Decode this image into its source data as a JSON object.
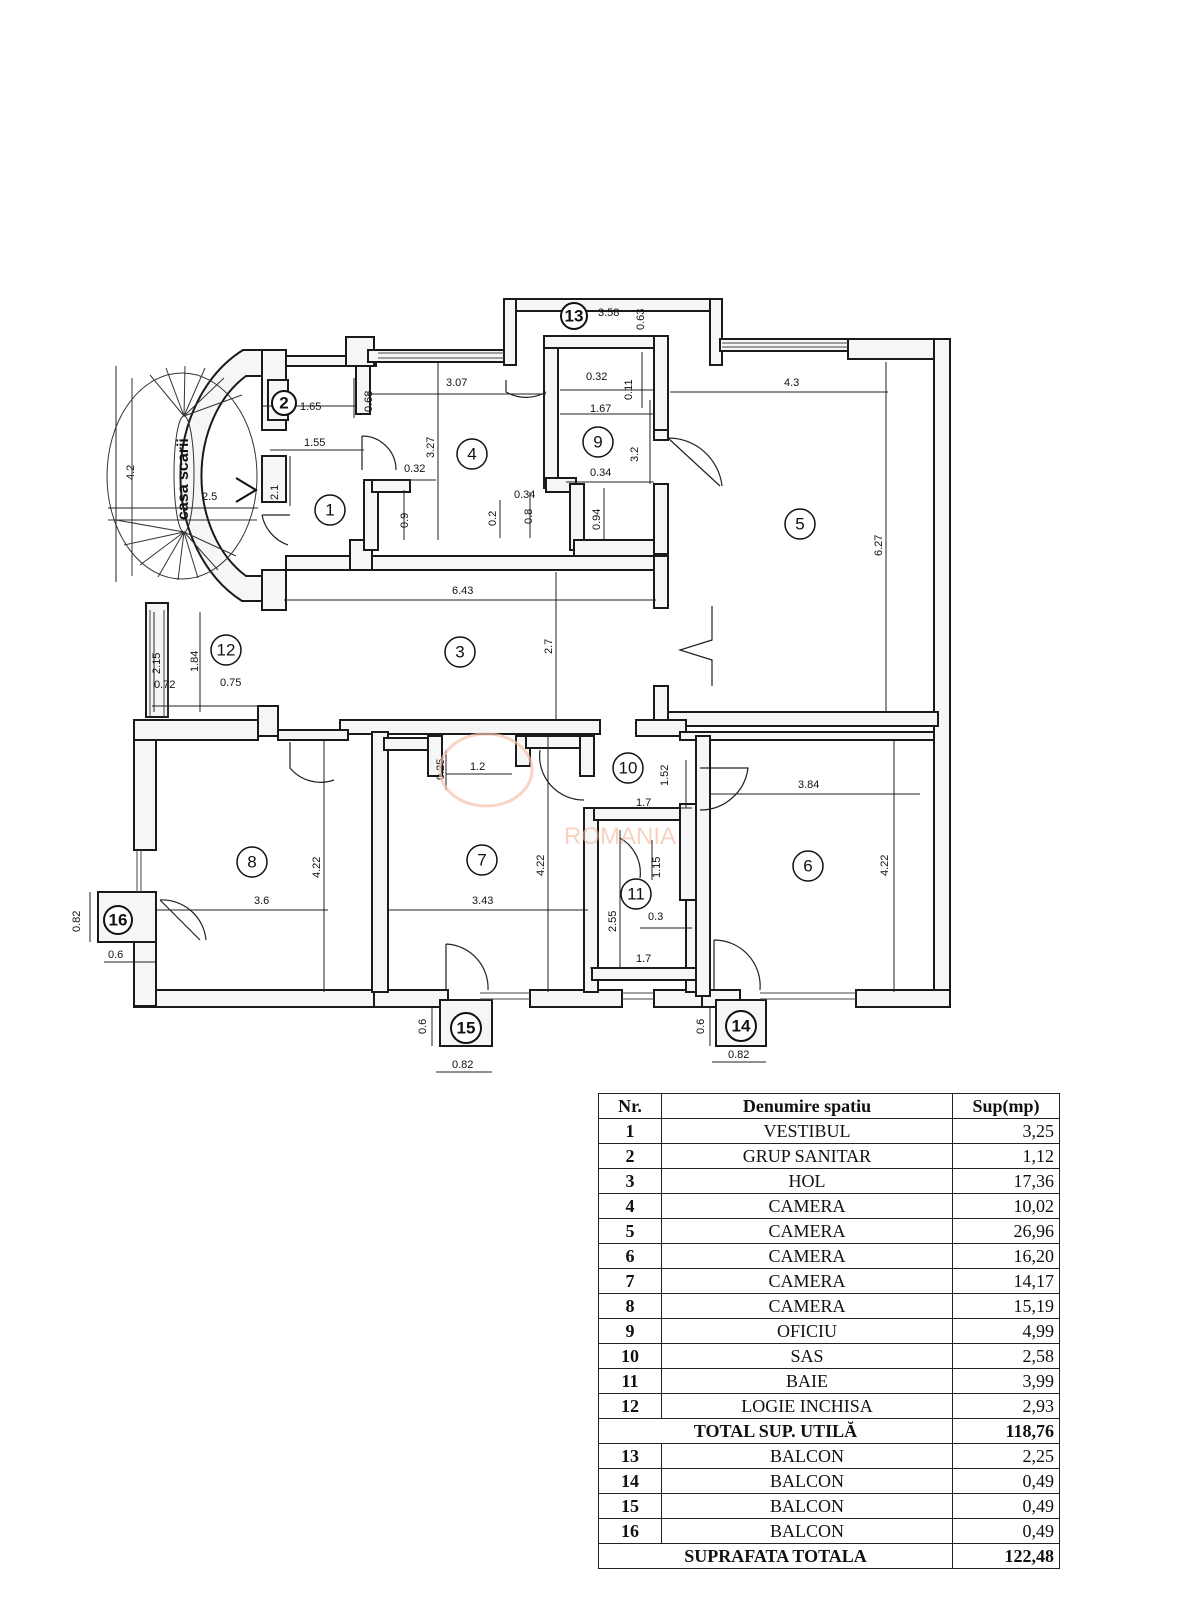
{
  "plan": {
    "stair_label": "casa scarii",
    "watermark": "ROMANIA",
    "room_numbers": [
      "1",
      "2",
      "3",
      "4",
      "5",
      "6",
      "7",
      "8",
      "9",
      "10",
      "11",
      "12",
      "13",
      "14",
      "15",
      "16"
    ],
    "dimensions": {
      "d_358": "3.58",
      "d_063_top": "0.63",
      "d_307": "3.07",
      "d_43": "4.3",
      "d_032_a": "0.32",
      "d_011": "0.11",
      "d_167": "1.67",
      "d_32": "3.2",
      "d_034": "0.34",
      "d_094": "0.94",
      "d_034b": "0.34",
      "d_08": "0.8",
      "d_02": "0.2",
      "d_327": "3.27",
      "d_032_b": "0.32",
      "d_09": "0.9",
      "d_165": "1.65",
      "d_068": "0.68",
      "d_155": "1.55",
      "d_21": "2.1",
      "d_42": "4.2",
      "d_25": "2.5",
      "d_627": "6.27",
      "d_643": "6.43",
      "d_27": "2.7",
      "d_215": "2.15",
      "d_184": "1.84",
      "d_072": "0.72",
      "d_075": "0.75",
      "d_12": "1.2",
      "d_025": "0.25",
      "d_152": "1.52",
      "d_17a": "1.7",
      "d_384": "3.84",
      "d_422_8": "4.22",
      "d_422_7": "4.22",
      "d_422_6": "4.22",
      "d_36": "3.6",
      "d_343": "3.43",
      "d_115": "1.15",
      "d_255": "2.55",
      "d_03": "0.3",
      "d_17b": "1.7",
      "d_082_16": "0.82",
      "d_06_16": "0.6",
      "d_06_15": "0.6",
      "d_082_15": "0.82",
      "d_06_14": "0.6",
      "d_082_14": "0.82"
    }
  },
  "legend": {
    "headers": {
      "nr": "Nr.",
      "name": "Denumire spatiu",
      "area": "Sup(mp)"
    },
    "rows": [
      {
        "nr": "1",
        "name": "VESTIBUL",
        "area": "3,25"
      },
      {
        "nr": "2",
        "name": "GRUP SANITAR",
        "area": "1,12"
      },
      {
        "nr": "3",
        "name": "HOL",
        "area": "17,36"
      },
      {
        "nr": "4",
        "name": "CAMERA",
        "area": "10,02"
      },
      {
        "nr": "5",
        "name": "CAMERA",
        "area": "26,96"
      },
      {
        "nr": "6",
        "name": "CAMERA",
        "area": "16,20"
      },
      {
        "nr": "7",
        "name": "CAMERA",
        "area": "14,17"
      },
      {
        "nr": "8",
        "name": "CAMERA",
        "area": "15,19"
      },
      {
        "nr": "9",
        "name": "OFICIU",
        "area": "4,99"
      },
      {
        "nr": "10",
        "name": "SAS",
        "area": "2,58"
      },
      {
        "nr": "11",
        "name": "BAIE",
        "area": "3,99"
      },
      {
        "nr": "12",
        "name": "LOGIE INCHISA",
        "area": "2,93"
      }
    ],
    "total_util": {
      "name": "TOTAL SUP. UTILĂ",
      "area": "118,76"
    },
    "balcony_rows": [
      {
        "nr": "13",
        "name": "BALCON",
        "area": "2,25"
      },
      {
        "nr": "14",
        "name": "BALCON",
        "area": "0,49"
      },
      {
        "nr": "15",
        "name": "BALCON",
        "area": "0,49"
      },
      {
        "nr": "16",
        "name": "BALCON",
        "area": "0,49"
      }
    ],
    "total": {
      "name": "SUPRAFATA TOTALA",
      "area": "122,48"
    }
  }
}
